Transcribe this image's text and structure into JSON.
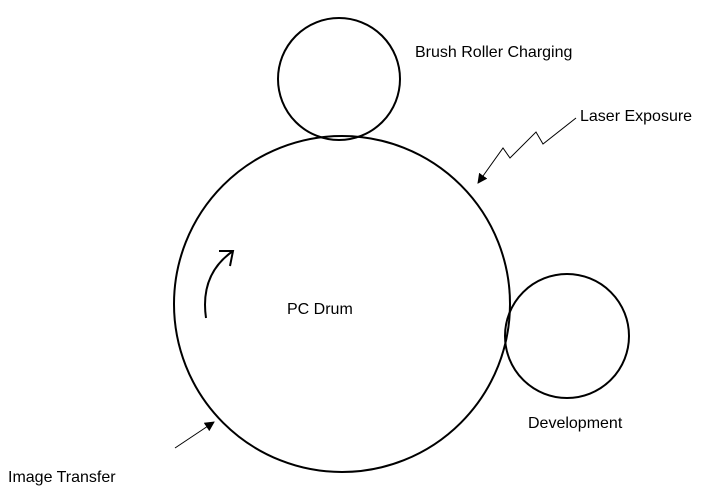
{
  "labels": {
    "charging": "Brush Roller Charging",
    "laser": "Laser Exposure",
    "drum": "PC Drum",
    "development": "Development",
    "transfer": "Image Transfer"
  },
  "colors": {
    "stroke": "#000000",
    "background": "#ffffff"
  }
}
